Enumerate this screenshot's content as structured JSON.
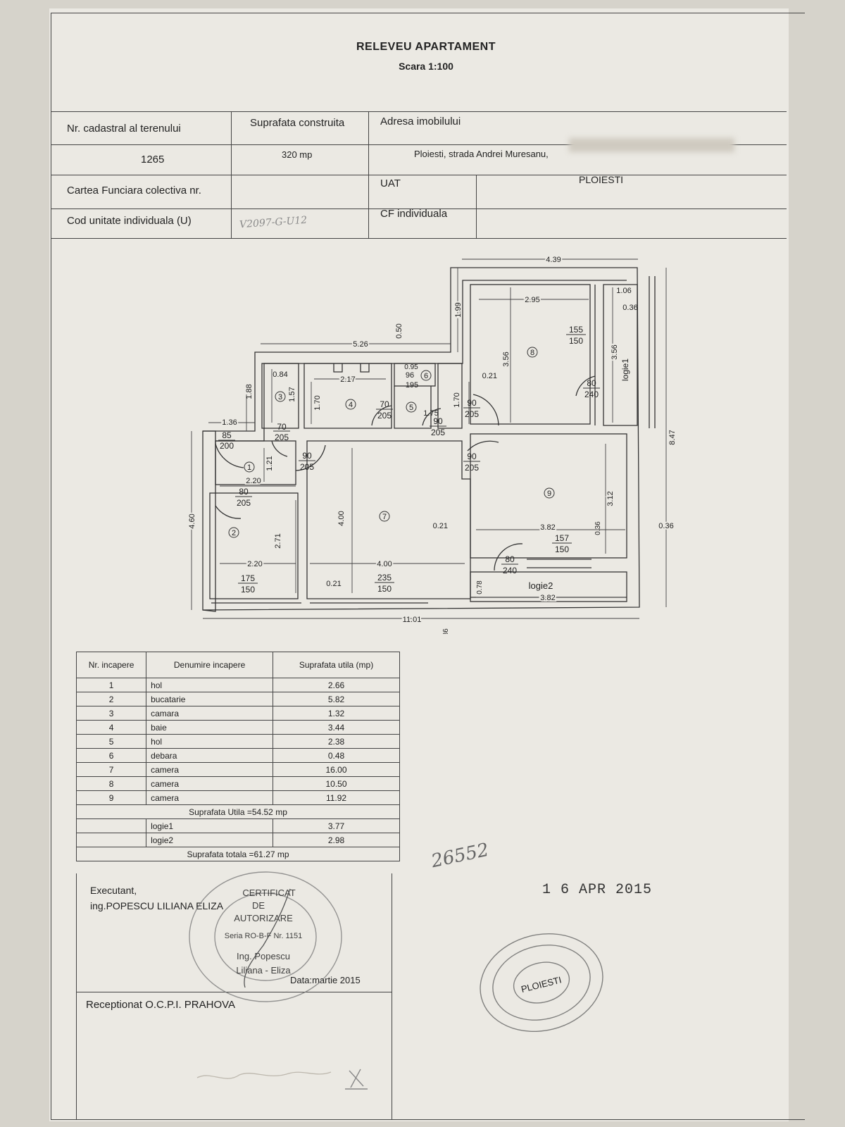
{
  "header": {
    "title": "RELEVEU APARTAMENT",
    "scale": "Scara 1:100"
  },
  "info_table": {
    "cadastral_label": "Nr. cadastral al terenului",
    "cadastral_value": "1265",
    "built_area_label": "Suprafata construita",
    "built_area_value": "320 mp",
    "address_label": "Adresa imobilului",
    "address_value": "Ploiesti, strada Andrei Muresanu,",
    "land_book_label": "Cartea Funciara colectiva nr.",
    "uat_label": "UAT",
    "uat_value": "PLOIESTI",
    "unit_code_label": "Cod unitate individuala (U)",
    "unit_code_value": "V2097-G-U12",
    "cf_label": "CF individuala"
  },
  "plan": {
    "dims": {
      "total_width": "11.01",
      "total_height": "8.47",
      "left_height": "4.60",
      "top_right": "4.39",
      "mid_top": "5.26",
      "step": "1.99",
      "step2": "0.50",
      "r8_w": "2.95",
      "r8_h": "3.56",
      "logia1_w": "1.06",
      "logia1_t": "0.36",
      "logia1_h": "3.56",
      "r3_w": "0.84",
      "r3_h": "1.57",
      "r3_top": "1.88",
      "r4_w": "2.17",
      "r4_h": "1.70",
      "r6_w": "0.95",
      "r5_w": "1.75",
      "r5_h": "1.70",
      "r1_left": "1.36",
      "r1_w": "2.20",
      "r1_h": "1.21",
      "r2_h": "2.71",
      "r2_w": "2.20",
      "r7_h": "4.00",
      "r7_w": "4.00",
      "wall_a": "0.21",
      "wall_b": "0.21",
      "wall_c": "0.21",
      "r9_w": "3.82",
      "r9_h": "3.12",
      "wall_d": "0.36",
      "wall_e": "0.36",
      "bottom_wall": "0.36",
      "logia2_h": "0.78",
      "logia2_w": "3.82"
    },
    "doors": [
      {
        "w": "85",
        "h": "200"
      },
      {
        "w": "70",
        "h": "205"
      },
      {
        "w": "90",
        "h": "205"
      },
      {
        "w": "80",
        "h": "205"
      },
      {
        "w": "70",
        "h": "205"
      },
      {
        "w": "90",
        "h": "205"
      },
      {
        "w": "90",
        "h": "205"
      },
      {
        "w": "90",
        "h": "205"
      },
      {
        "w": "80",
        "h": "240"
      },
      {
        "w": "80",
        "h": "240"
      },
      {
        "w": "96",
        "h": "195"
      }
    ],
    "windows": [
      {
        "w": "175",
        "h": "150"
      },
      {
        "w": "235",
        "h": "150"
      },
      {
        "w": "155",
        "h": "150"
      },
      {
        "w": "157",
        "h": "150"
      }
    ],
    "room_numbers": [
      "1",
      "2",
      "3",
      "4",
      "5",
      "6",
      "7",
      "8",
      "9"
    ],
    "logia1_label": "logie1",
    "logia2_label": "logie2"
  },
  "areas_table": {
    "headers": [
      "Nr. incapere",
      "Denumire incapere",
      "Suprafata utila (mp)"
    ],
    "rows": [
      {
        "nr": "1",
        "name": "hol",
        "area": "2.66"
      },
      {
        "nr": "2",
        "name": "bucatarie",
        "area": "5.82"
      },
      {
        "nr": "3",
        "name": "camara",
        "area": "1.32"
      },
      {
        "nr": "4",
        "name": "baie",
        "area": "3.44"
      },
      {
        "nr": "5",
        "name": "hol",
        "area": "2.38"
      },
      {
        "nr": "6",
        "name": "debara",
        "area": "0.48"
      },
      {
        "nr": "7",
        "name": "camera",
        "area": "16.00"
      },
      {
        "nr": "8",
        "name": "camera",
        "area": "10.50"
      },
      {
        "nr": "9",
        "name": "camera",
        "area": "11.92"
      }
    ],
    "useful_total": "Suprafata Utila =54.52 mp",
    "logia_rows": [
      {
        "name": "logie1",
        "area": "3.77"
      },
      {
        "name": "logie2",
        "area": "2.98"
      }
    ],
    "grand_total": "Suprafata totala =61.27 mp"
  },
  "signoff": {
    "executant_label": "Executant,",
    "executant_name": "ing.POPESCU LILIANA ELIZA",
    "date_label": "Data:martie 2015",
    "received_label": "Receptionat O.C.P.I. PRAHOVA",
    "stamp_date": "1 6 APR 2015",
    "handwritten_number": "26552"
  },
  "stamps": {
    "executant_stamp_lines": [
      "CERTIFICAT",
      "DE",
      "AUTORIZARE",
      "Seria RO-B-F Nr. 1151",
      "Ing. Popescu",
      "Liliana - Eliza"
    ],
    "ocpi_stamp_center": "PLOIESTI"
  },
  "colors": {
    "paper": "#ebe9e3",
    "ink": "#222222",
    "stamp_ink": "#555555"
  }
}
